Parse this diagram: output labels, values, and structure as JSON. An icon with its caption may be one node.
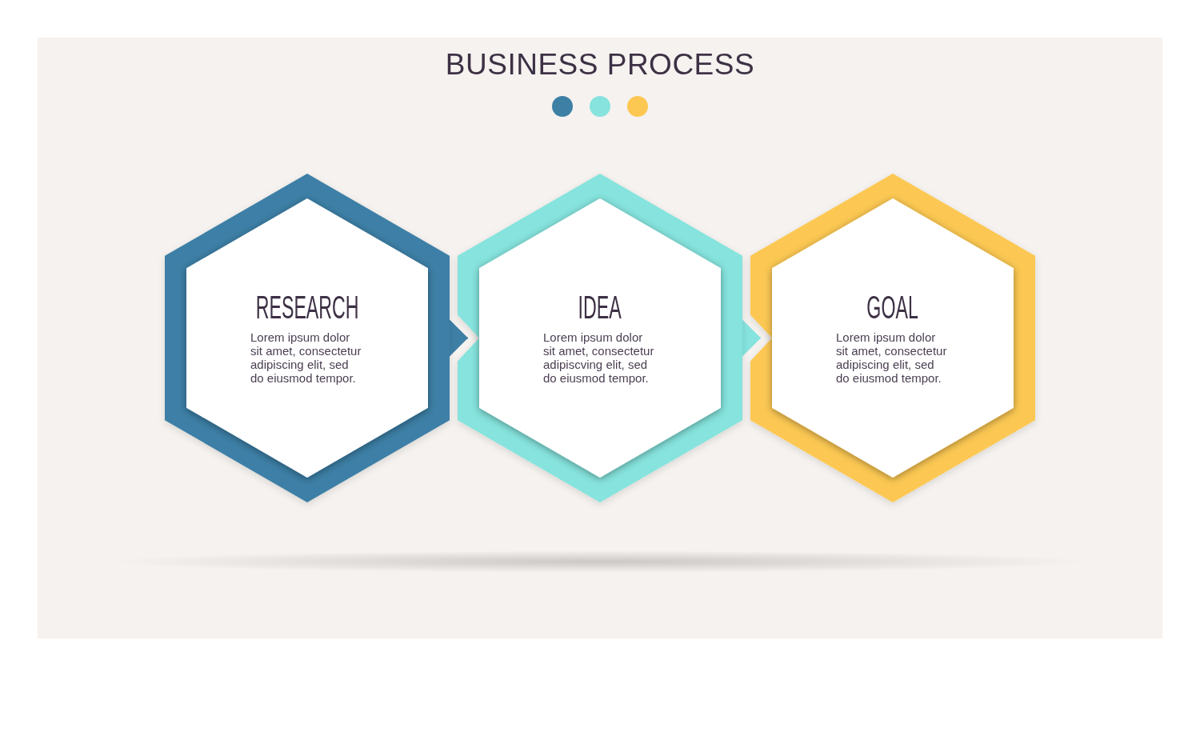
{
  "diagram": {
    "title": "BUSINESS PROCESS",
    "nodes": [
      {
        "text": [
          "RESEARCH",
          "Lorem ipsum dolor sit amet, consectetur adipiscing elit, sed do eiusmod tempor."
        ]
      },
      {
        "text": [
          "IDEA",
          "Lorem ipsum dolor sit amet, consectetur adipiscving elit, sed do eiusmod tempor."
        ]
      },
      {
        "text": [
          "GOAL",
          "Lorem ipsum dolor sit amet, consectetur adipiscing elit, sed do eiusmod tempor."
        ]
      }
    ],
    "edges": [
      {
        "from": 0,
        "to": 1,
        "arrow": "to",
        "color": "#3e7fa6"
      },
      {
        "from": 1,
        "to": 2,
        "arrow": "to",
        "color": "#86e3dd"
      }
    ]
  }
}
